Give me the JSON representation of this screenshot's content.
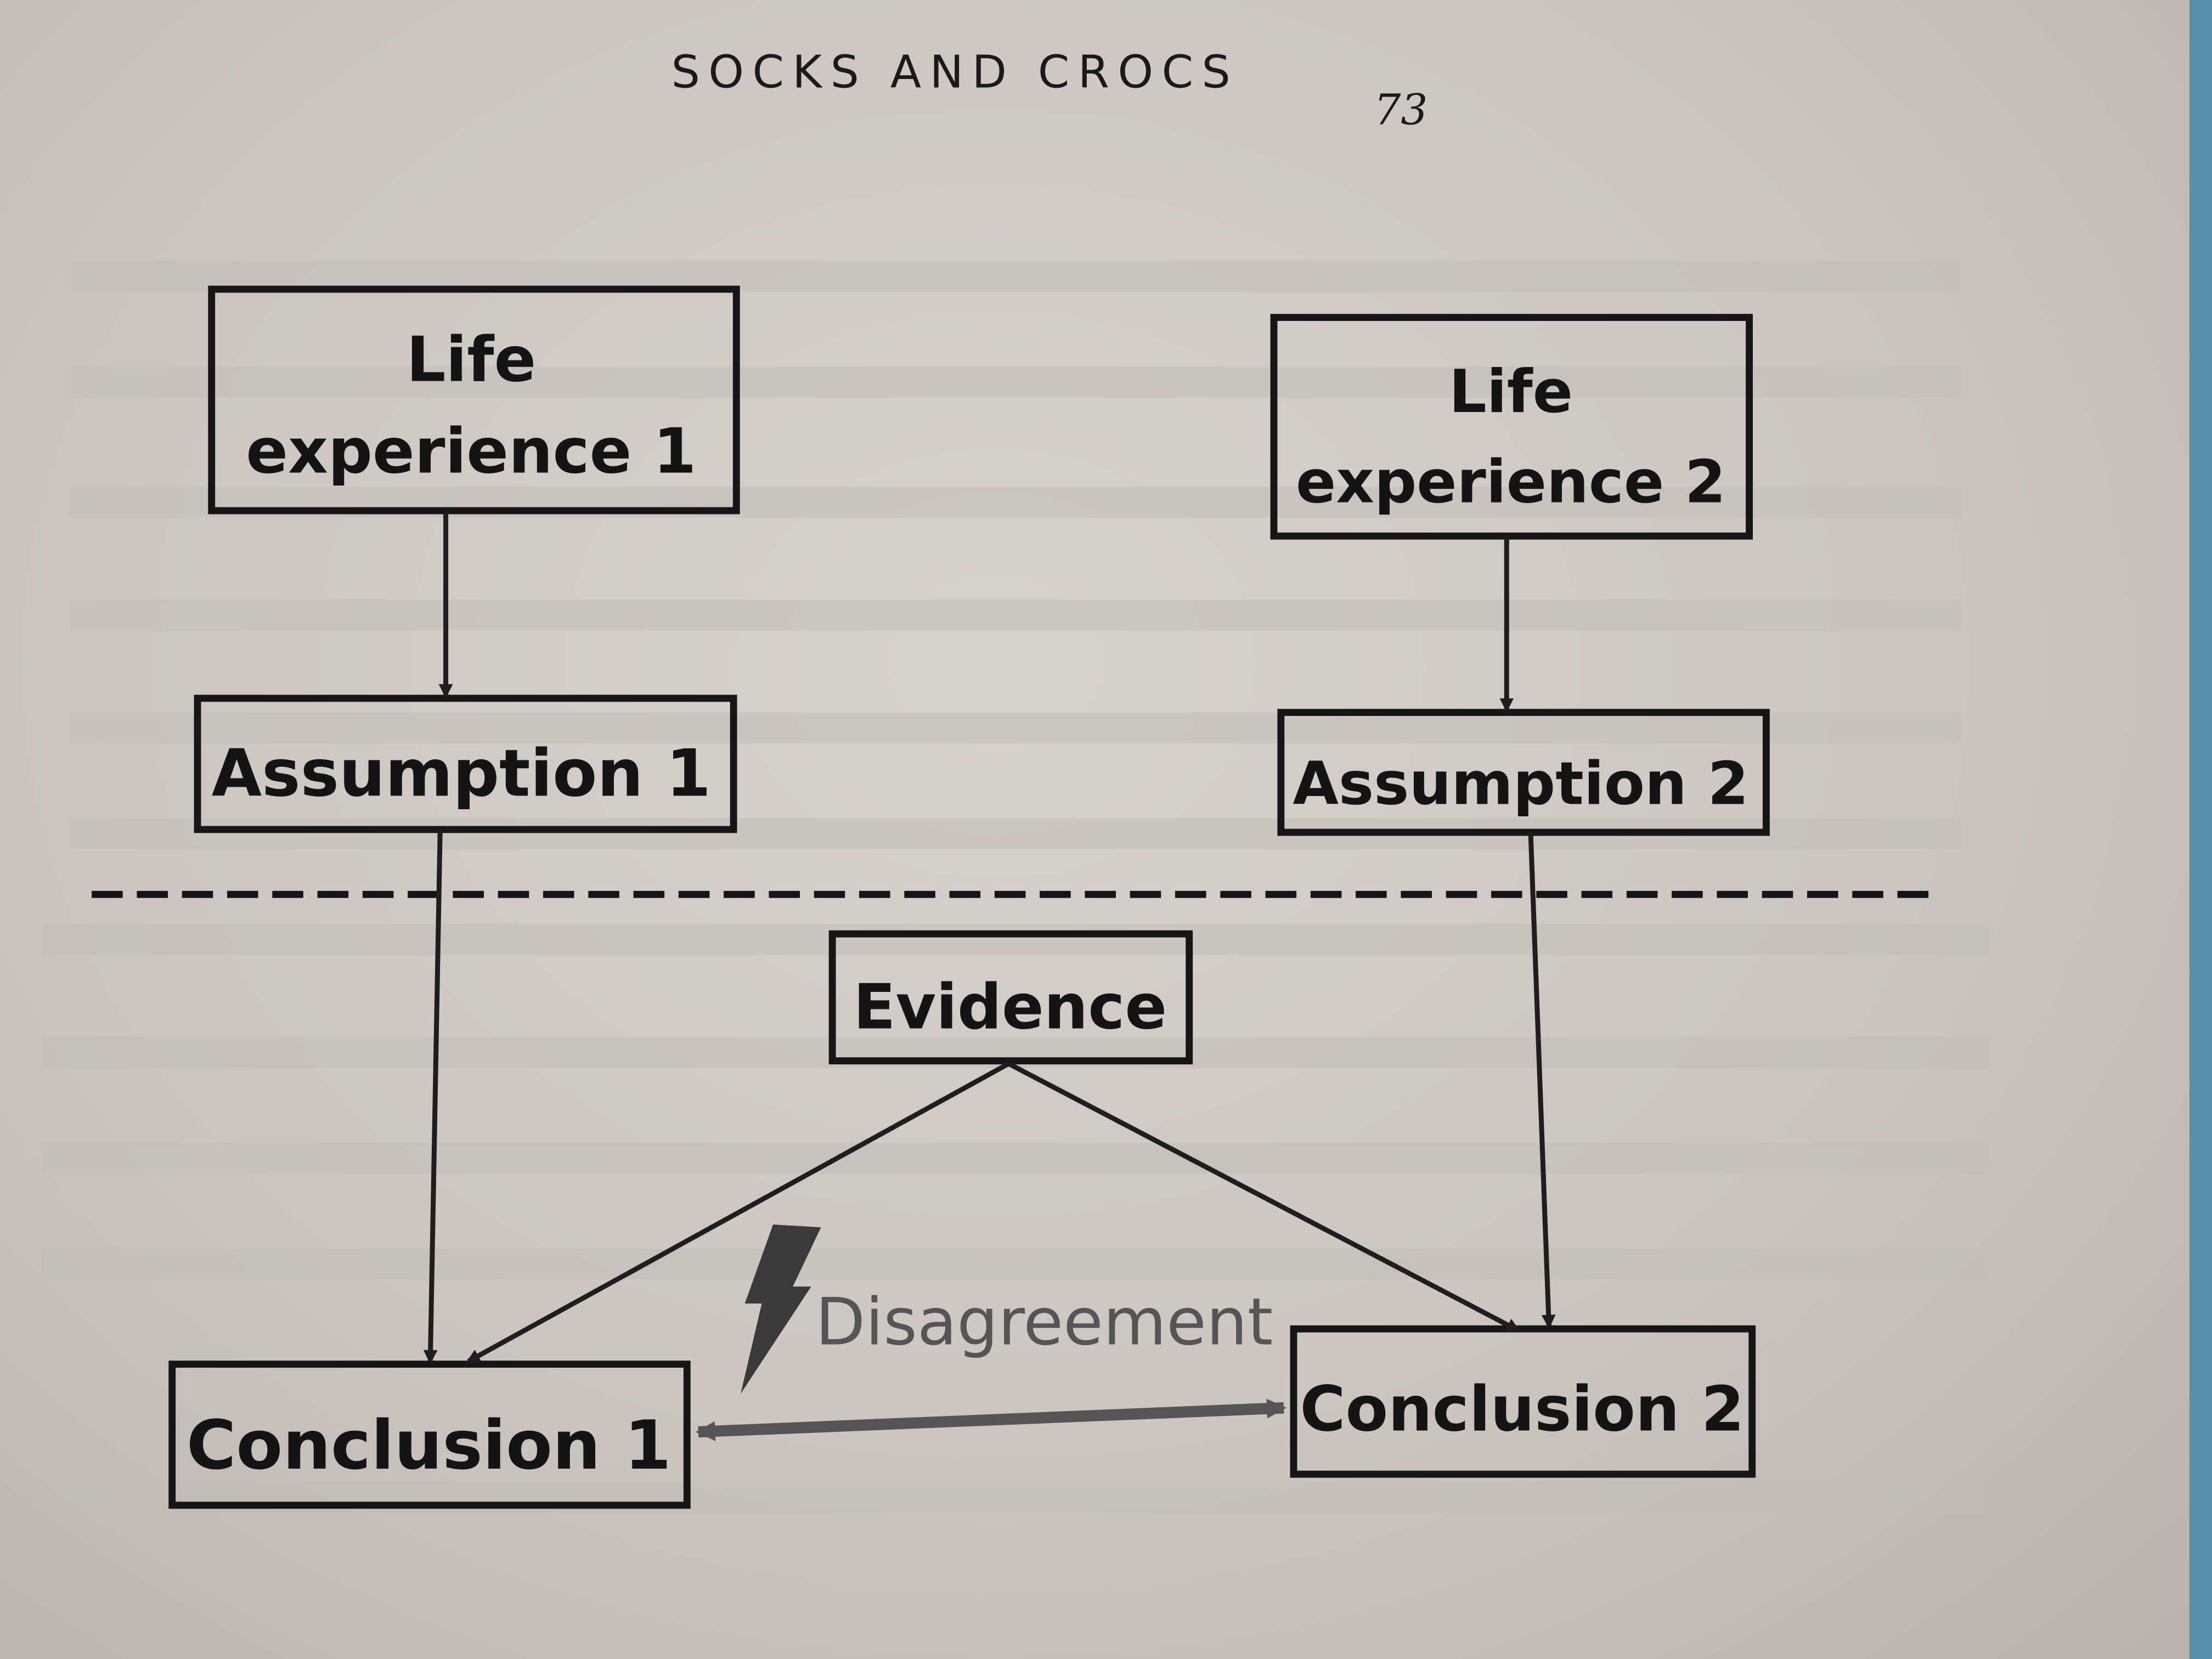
{
  "header": {
    "title": "SOCKS AND CROCS",
    "page_number": "73"
  },
  "diagram": {
    "life_experience_1": {
      "line1": "Life",
      "line2": "experience 1"
    },
    "life_experience_2": {
      "line1": "Life",
      "line2": "experience 2"
    },
    "assumption_1": "Assumption 1",
    "assumption_2": "Assumption 2",
    "evidence": "Evidence",
    "conclusion_1": "Conclusion 1",
    "conclusion_2": "Conclusion 2",
    "disagreement": "Disagreement"
  },
  "colors": {
    "paper": "#cfcac5",
    "ink": "#161616",
    "edge_blue": "#4f8fb0"
  }
}
